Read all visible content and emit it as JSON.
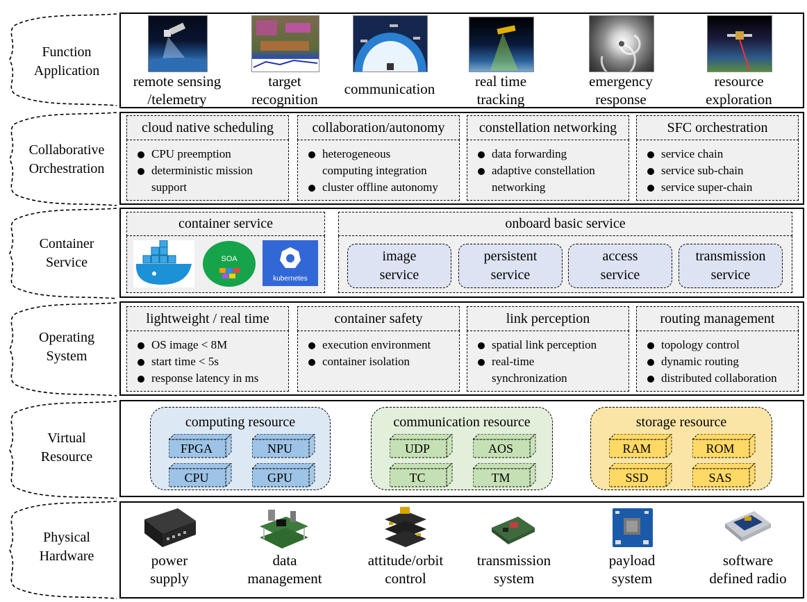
{
  "layers": [
    {
      "label_lines": [
        "Function",
        "Application"
      ]
    },
    {
      "label_lines": [
        "Collaborative",
        "Orchestration"
      ]
    },
    {
      "label_lines": [
        "Container",
        "Service"
      ]
    },
    {
      "label_lines": [
        "Operating",
        "System"
      ]
    },
    {
      "label_lines": [
        "Virtual",
        "Resource"
      ]
    },
    {
      "label_lines": [
        "Physical",
        "Hardware"
      ]
    }
  ],
  "function_application": {
    "items": [
      {
        "lines": [
          "remote sensing",
          "/telemetry"
        ],
        "image": "satellite-earth-icon"
      },
      {
        "lines": [
          "target",
          "recognition"
        ],
        "image": "target-map-icon"
      },
      {
        "lines": [
          "communication"
        ],
        "image": "satellite-network-icon"
      },
      {
        "lines": [
          "real time",
          "tracking"
        ],
        "image": "tracking-satellite-icon"
      },
      {
        "lines": [
          "emergency",
          "response"
        ],
        "image": "hurricane-icon"
      },
      {
        "lines": [
          "resource",
          "exploration"
        ],
        "image": "exploration-satellite-icon"
      }
    ]
  },
  "collaborative_orchestration": {
    "panels": [
      {
        "title": "cloud native scheduling",
        "bullets": [
          "CPU preemption",
          "deterministic mission\nsupport"
        ]
      },
      {
        "title": "collaboration/autonomy",
        "bullets": [
          "heterogeneous\ncomputing integration",
          "cluster offline autonomy"
        ]
      },
      {
        "title": "constellation networking",
        "bullets": [
          "data forwarding",
          "adaptive constellation\nnetworking"
        ]
      },
      {
        "title": "SFC orchestration",
        "bullets": [
          "service chain",
          "service sub-chain",
          "service super-chain"
        ]
      }
    ]
  },
  "container_service": {
    "left_title": "container service",
    "logos": [
      {
        "name": "docker-icon"
      },
      {
        "name": "soa-icon",
        "text": "SOA"
      },
      {
        "name": "kubernetes-icon",
        "text": "kubernetes"
      }
    ],
    "right_title": "onboard basic service",
    "services": [
      {
        "lines": [
          "image",
          "service"
        ]
      },
      {
        "lines": [
          "persistent",
          "service"
        ]
      },
      {
        "lines": [
          "access",
          "service"
        ]
      },
      {
        "lines": [
          "transmission",
          "service"
        ]
      }
    ]
  },
  "operating_system": {
    "panels": [
      {
        "title": "lightweight / real time",
        "bullets": [
          "OS image < 8M",
          "start time < 5s",
          "response latency in ms"
        ]
      },
      {
        "title": "container safety",
        "bullets": [
          "execution environment",
          "container isolation"
        ]
      },
      {
        "title": "link perception",
        "bullets": [
          "spatial link perception",
          "real-time\nsynchronization"
        ]
      },
      {
        "title": "routing management",
        "bullets": [
          "topology control",
          "dynamic routing",
          "distributed collaboration"
        ]
      }
    ]
  },
  "virtual_resource": {
    "groups": [
      {
        "title": "computing resource",
        "items": [
          "FPGA",
          "NPU",
          "CPU",
          "GPU"
        ],
        "bg": "#dde8f5",
        "cube": "#9dc3e6"
      },
      {
        "title": "communication resource",
        "items": [
          "UDP",
          "AOS",
          "TC",
          "TM"
        ],
        "bg": "#e2efda",
        "cube": "#c5e0b4"
      },
      {
        "title": "storage resource",
        "items": [
          "RAM",
          "ROM",
          "SSD",
          "SAS"
        ],
        "bg": "#fbe5a6",
        "cube": "#ffd966"
      }
    ]
  },
  "physical_hardware": {
    "items": [
      {
        "lines": [
          "power",
          "supply"
        ],
        "image": "power-supply-icon"
      },
      {
        "lines": [
          "data",
          "management"
        ],
        "image": "data-board-icon"
      },
      {
        "lines": [
          "attitude/orbit",
          "control"
        ],
        "image": "control-board-icon"
      },
      {
        "lines": [
          "transmission",
          "system"
        ],
        "image": "transmission-board-icon"
      },
      {
        "lines": [
          "payload",
          "system"
        ],
        "image": "payload-board-icon"
      },
      {
        "lines": [
          "software",
          "defined radio"
        ],
        "image": "radio-module-icon"
      }
    ]
  }
}
